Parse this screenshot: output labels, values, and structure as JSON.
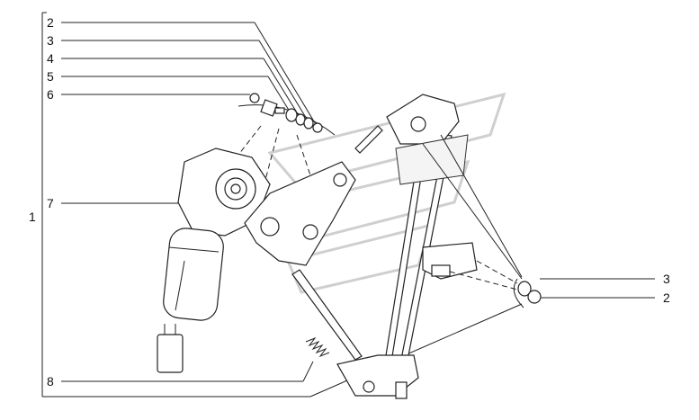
{
  "callouts": {
    "c1": "1",
    "c2": "2",
    "c3": "3",
    "c4": "4",
    "c5": "5",
    "c6": "6",
    "c7": "7",
    "c8": "8",
    "c3r": "3",
    "c2r": "2"
  }
}
